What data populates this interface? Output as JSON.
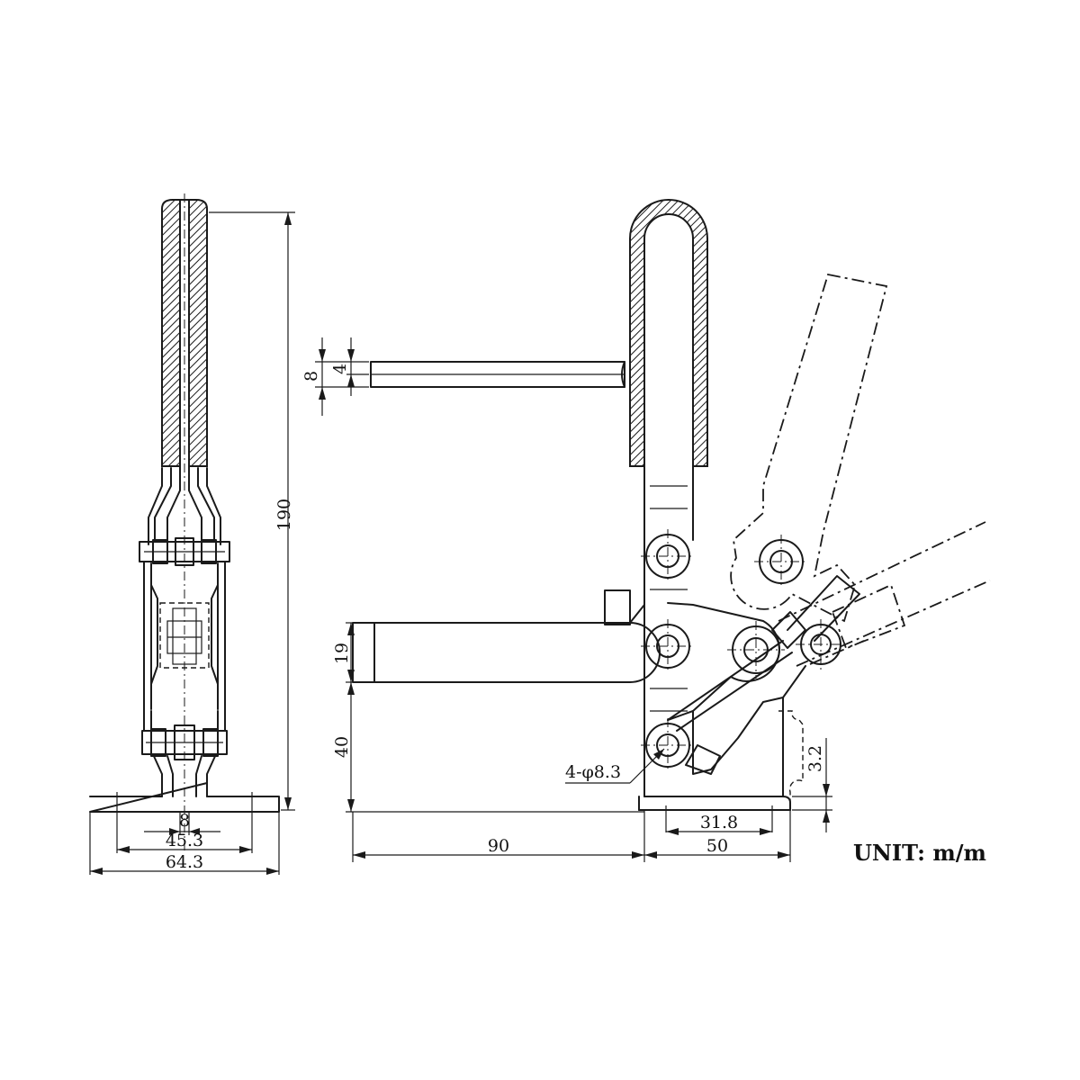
{
  "dimensions": {
    "overall_height": "190",
    "pin_spacing": "8",
    "base_slot_width": "45.3",
    "base_width": "64.3",
    "handle_thickness": "8",
    "handle_inner": "4",
    "spindle_height": "19",
    "base_height": "40",
    "hole_spec": "4-φ8.3",
    "reach": "90",
    "base_length": "50",
    "hole_spacing": "31.8",
    "flange_thickness": "3.2"
  },
  "unit_label": "UNIT: m/m"
}
